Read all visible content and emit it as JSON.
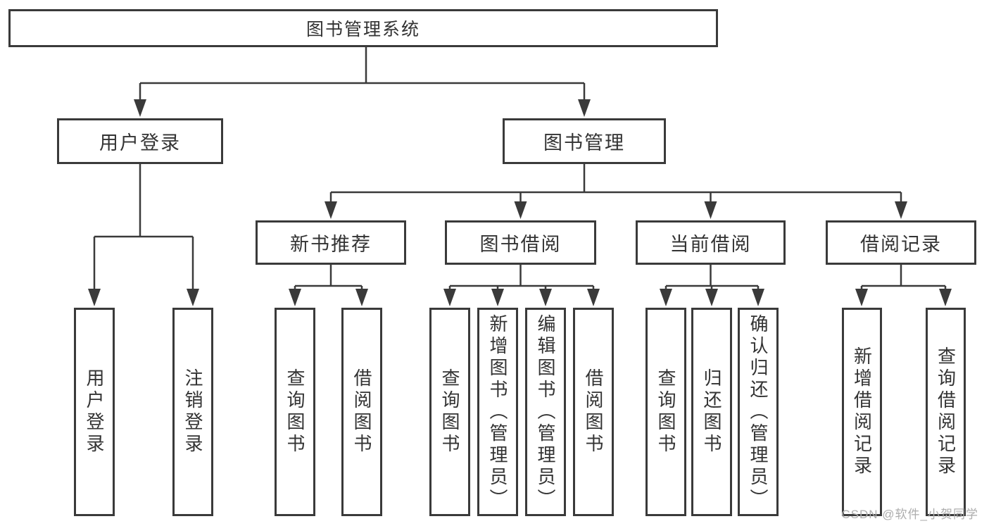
{
  "diagram": {
    "root": {
      "label": "图书管理系统",
      "children": [
        {
          "label": "用户登录",
          "children": [
            {
              "label": "用户登录"
            },
            {
              "label": "注销登录"
            }
          ]
        },
        {
          "label": "图书管理",
          "children": [
            {
              "label": "新书推荐",
              "children": [
                {
                  "label": "查询图书"
                },
                {
                  "label": "借阅图书"
                }
              ]
            },
            {
              "label": "图书借阅",
              "children": [
                {
                  "label": "查询图书"
                },
                {
                  "label": "新增图书（管理员）"
                },
                {
                  "label": "编辑图书（管理员）"
                },
                {
                  "label": "借阅图书"
                }
              ]
            },
            {
              "label": "当前借阅",
              "children": [
                {
                  "label": "查询图书"
                },
                {
                  "label": "归还图书"
                },
                {
                  "label": "确认归还（管理员）"
                }
              ]
            },
            {
              "label": "借阅记录",
              "children": [
                {
                  "label": "新增借阅记录"
                },
                {
                  "label": "查询借阅记录"
                }
              ]
            }
          ]
        }
      ]
    },
    "watermark": "CSDN @软件_小贺同学",
    "colors": {
      "line": "#3a3a3a",
      "text": "#333333",
      "watermark": "#adadad",
      "background": "#ffffff"
    }
  }
}
